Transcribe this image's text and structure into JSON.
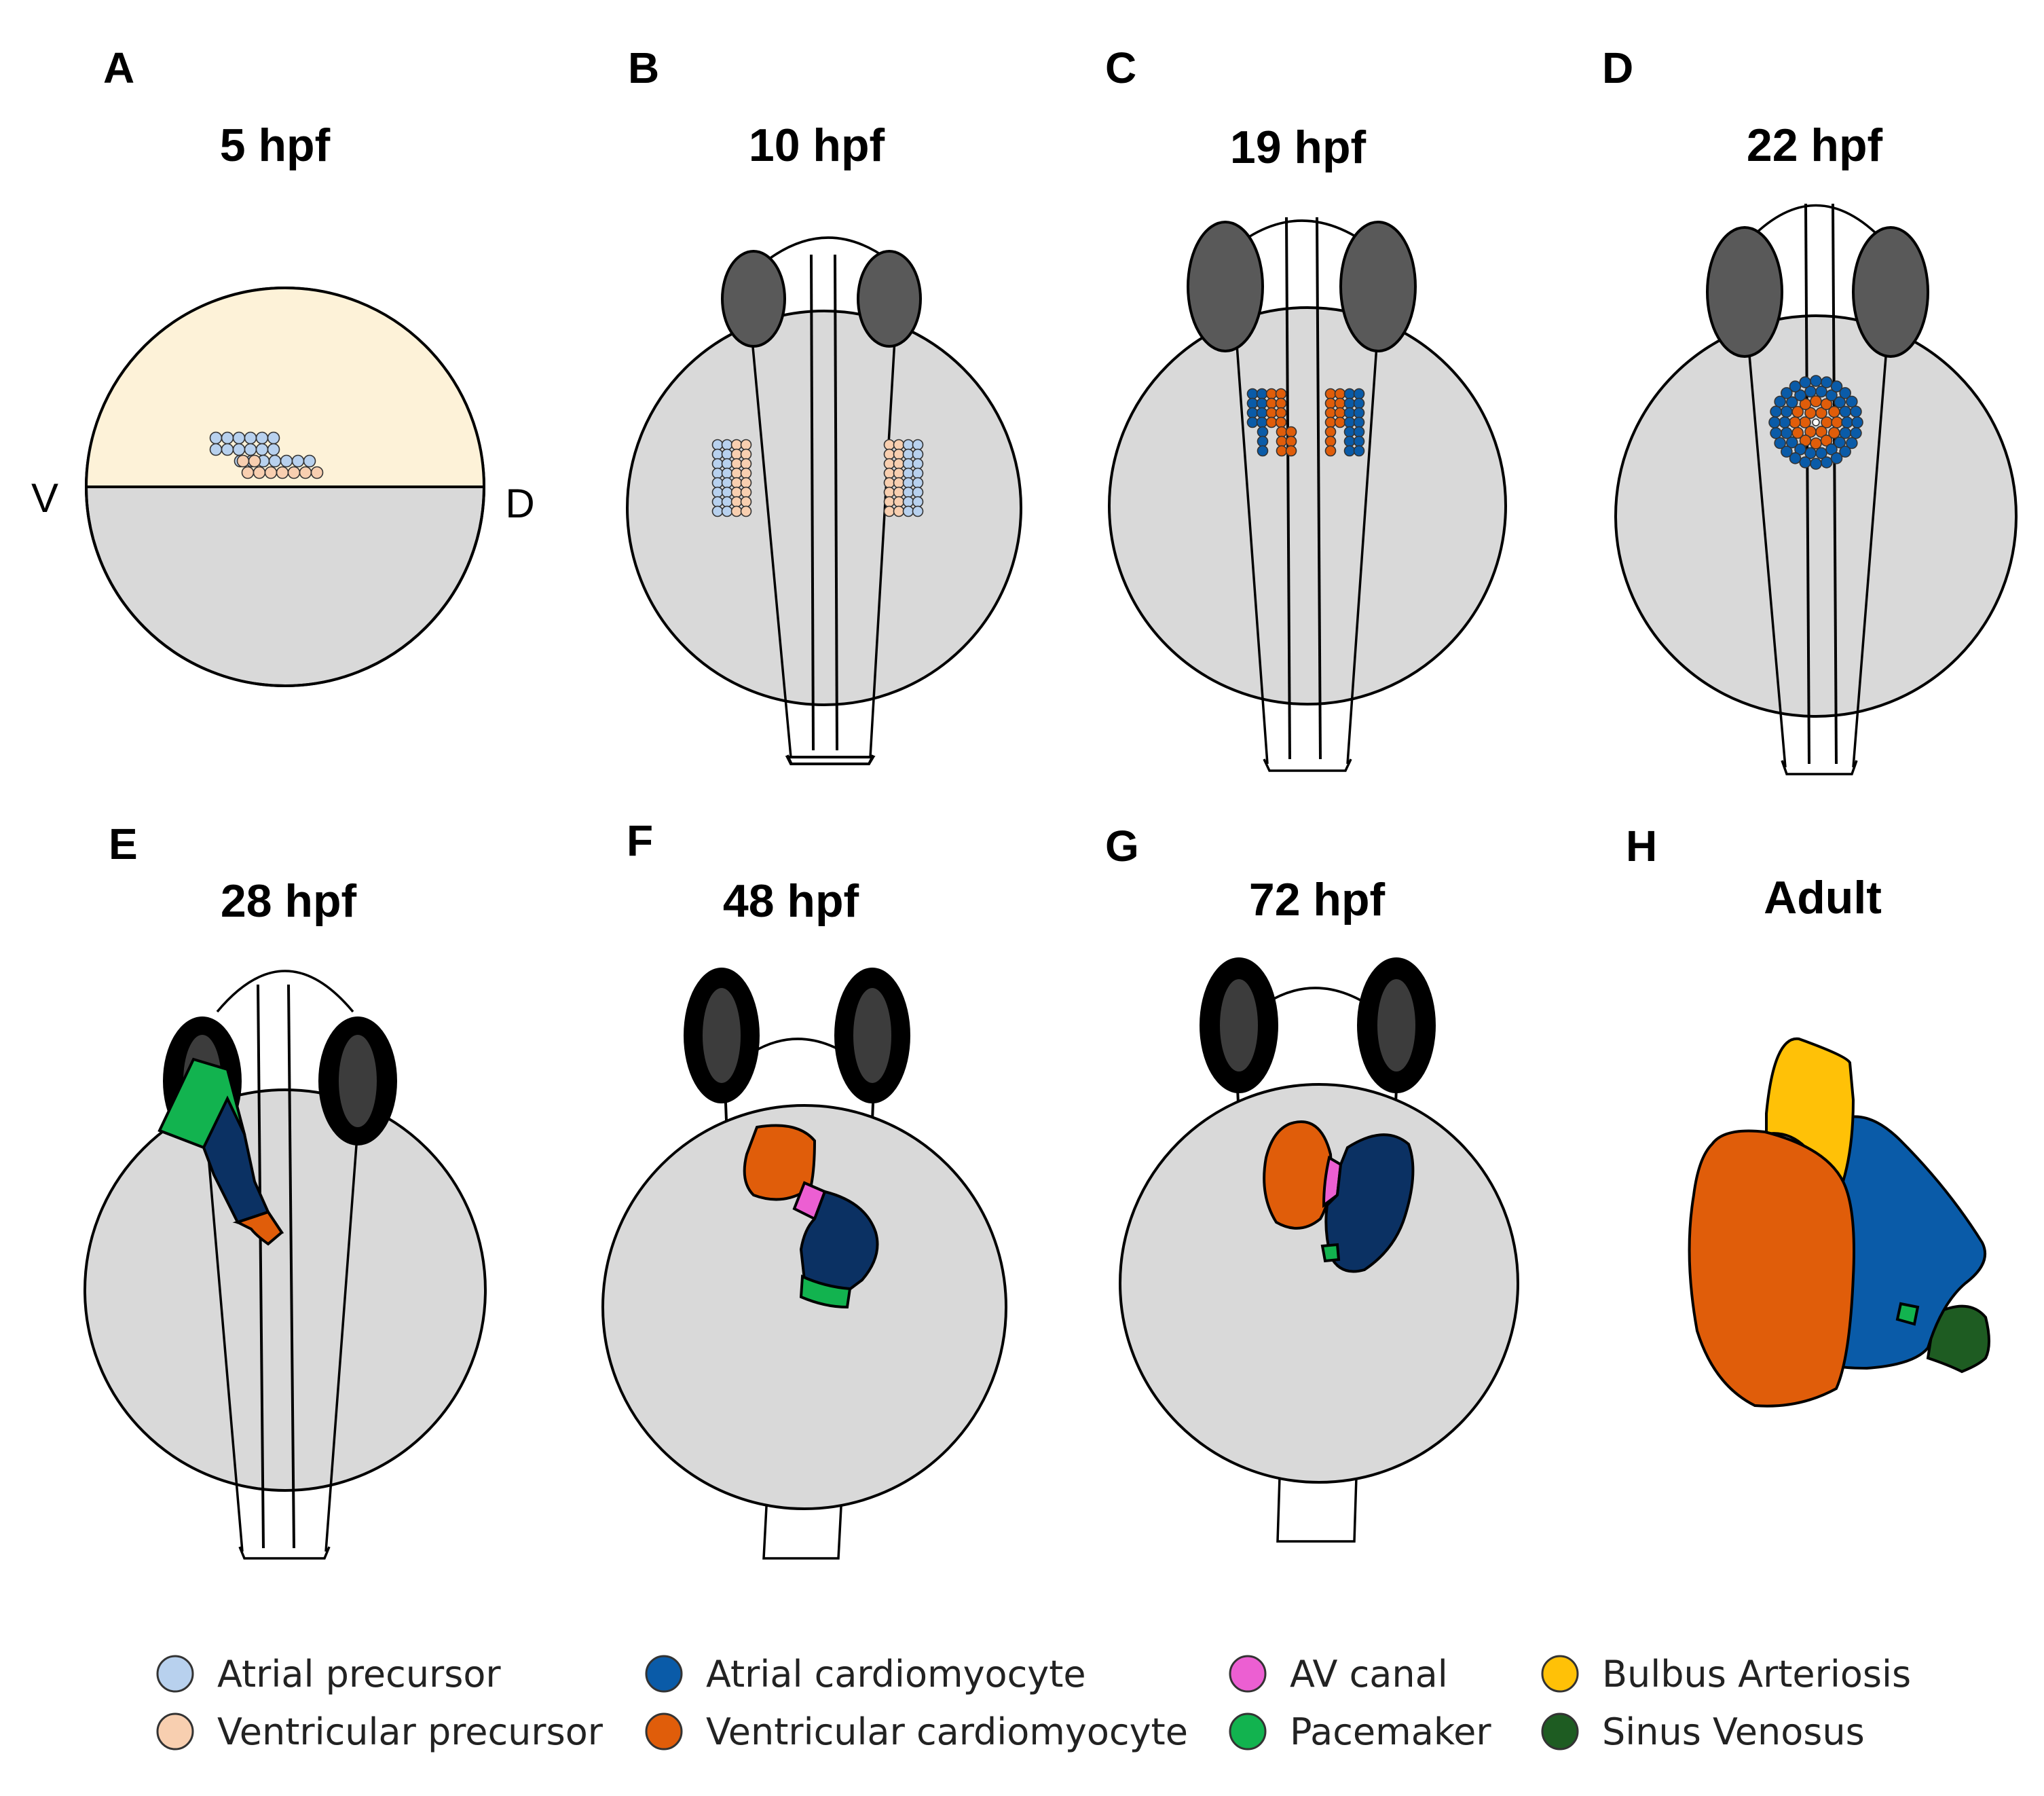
{
  "colors": {
    "atrial_precursor": "#b8d1ee",
    "ventricular_precursor": "#f8cfb0",
    "atrial_cardiomyocyte": "#0a5ba8",
    "ventricular_cardiomyocyte": "#e05d0a",
    "av_canal": "#ec5fd2",
    "pacemaker": "#12b34f",
    "bulbus_arteriosis": "#ffc107",
    "sinus_venosus": "#1e5c22",
    "dark_atrium": "#0b3163",
    "yolk": "#d9d9d9",
    "animal_cap": "#fdf2d8",
    "eye_gray": "#595959",
    "eye_black": "#000000",
    "eye_inner": "#3c3c3c"
  },
  "panels": {
    "A": {
      "letter": "A",
      "stage": "5 hpf",
      "left_label": "V",
      "right_label": "D"
    },
    "B": {
      "letter": "B",
      "stage": "10 hpf"
    },
    "C": {
      "letter": "C",
      "stage": "19 hpf"
    },
    "D": {
      "letter": "D",
      "stage": "22 hpf"
    },
    "E": {
      "letter": "E",
      "stage": "28 hpf"
    },
    "F": {
      "letter": "F",
      "stage": "48 hpf"
    },
    "G": {
      "letter": "G",
      "stage": "72 hpf"
    },
    "H": {
      "letter": "H",
      "stage": "Adult"
    }
  },
  "legend": [
    {
      "label": "Atrial precursor",
      "color_key": "atrial_precursor"
    },
    {
      "label": "Ventricular precursor",
      "color_key": "ventricular_precursor"
    },
    {
      "label": "Atrial cardiomyocyte",
      "color_key": "atrial_cardiomyocyte"
    },
    {
      "label": "Ventricular cardiomyocyte",
      "color_key": "ventricular_cardiomyocyte"
    },
    {
      "label": "AV canal",
      "color_key": "av_canal"
    },
    {
      "label": "Pacemaker",
      "color_key": "pacemaker"
    },
    {
      "label": "Bulbus Arteriosis",
      "color_key": "bulbus_arteriosis"
    },
    {
      "label": "Sinus Venosus",
      "color_key": "sinus_venosus"
    }
  ]
}
